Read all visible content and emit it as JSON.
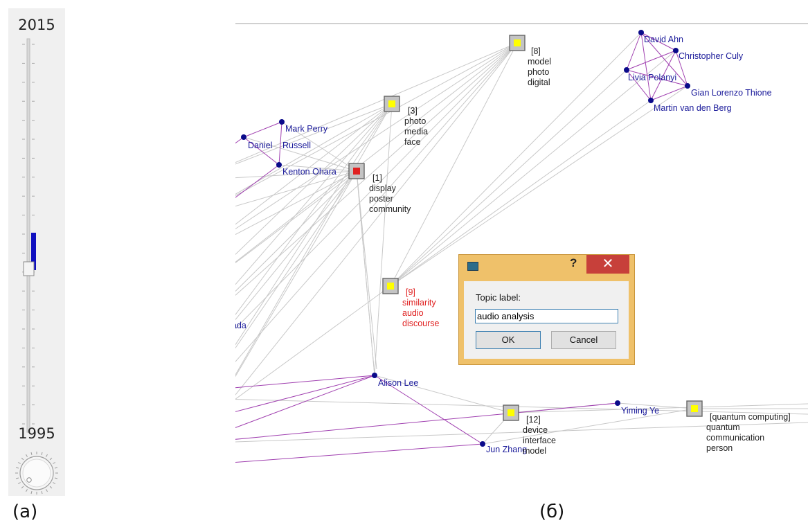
{
  "slider": {
    "top_year": "2015",
    "bottom_year": "1995",
    "caption": "(a)"
  },
  "graph": {
    "caption": "(б)",
    "colors": {
      "person_node": "#0a0a8a",
      "person_label": "#1a1a9a",
      "coauthor_edge": "#a040b0",
      "topic_edge": "#c8c8c8",
      "topic_fill": "#ffff00",
      "selected_topic_fill": "#e02020",
      "highlight_label": "#e02020"
    },
    "people": [
      "David Ahn",
      "Christopher Culy",
      "Livia Polanyi",
      "Gian Lorenzo Thione",
      "Martin van den Berg",
      "Mark Perry",
      "Daniel",
      "Russell",
      "Kenton Ohara",
      "a Yamada",
      "Alison Lee",
      "Yiming Ye",
      "Jun Zhang"
    ],
    "topics": [
      {
        "id": "[8]",
        "words": [
          "model",
          "photo",
          "digital"
        ]
      },
      {
        "id": "[3]",
        "words": [
          "photo",
          "media",
          "face"
        ]
      },
      {
        "id": "[1]",
        "words": [
          "display",
          "poster",
          "community"
        ]
      },
      {
        "id": "[9]",
        "words": [
          "similarity",
          "audio",
          "discourse"
        ]
      },
      {
        "id": "[12]",
        "words": [
          "device",
          "interface",
          "model"
        ]
      },
      {
        "id": "[quantum computing]",
        "words": [
          "quantum",
          "communication",
          "person"
        ]
      }
    ]
  },
  "dialog": {
    "help": "?",
    "close": "✕",
    "prompt": "Topic label:",
    "value": "audio analysis",
    "ok": "OK",
    "cancel": "Cancel"
  }
}
